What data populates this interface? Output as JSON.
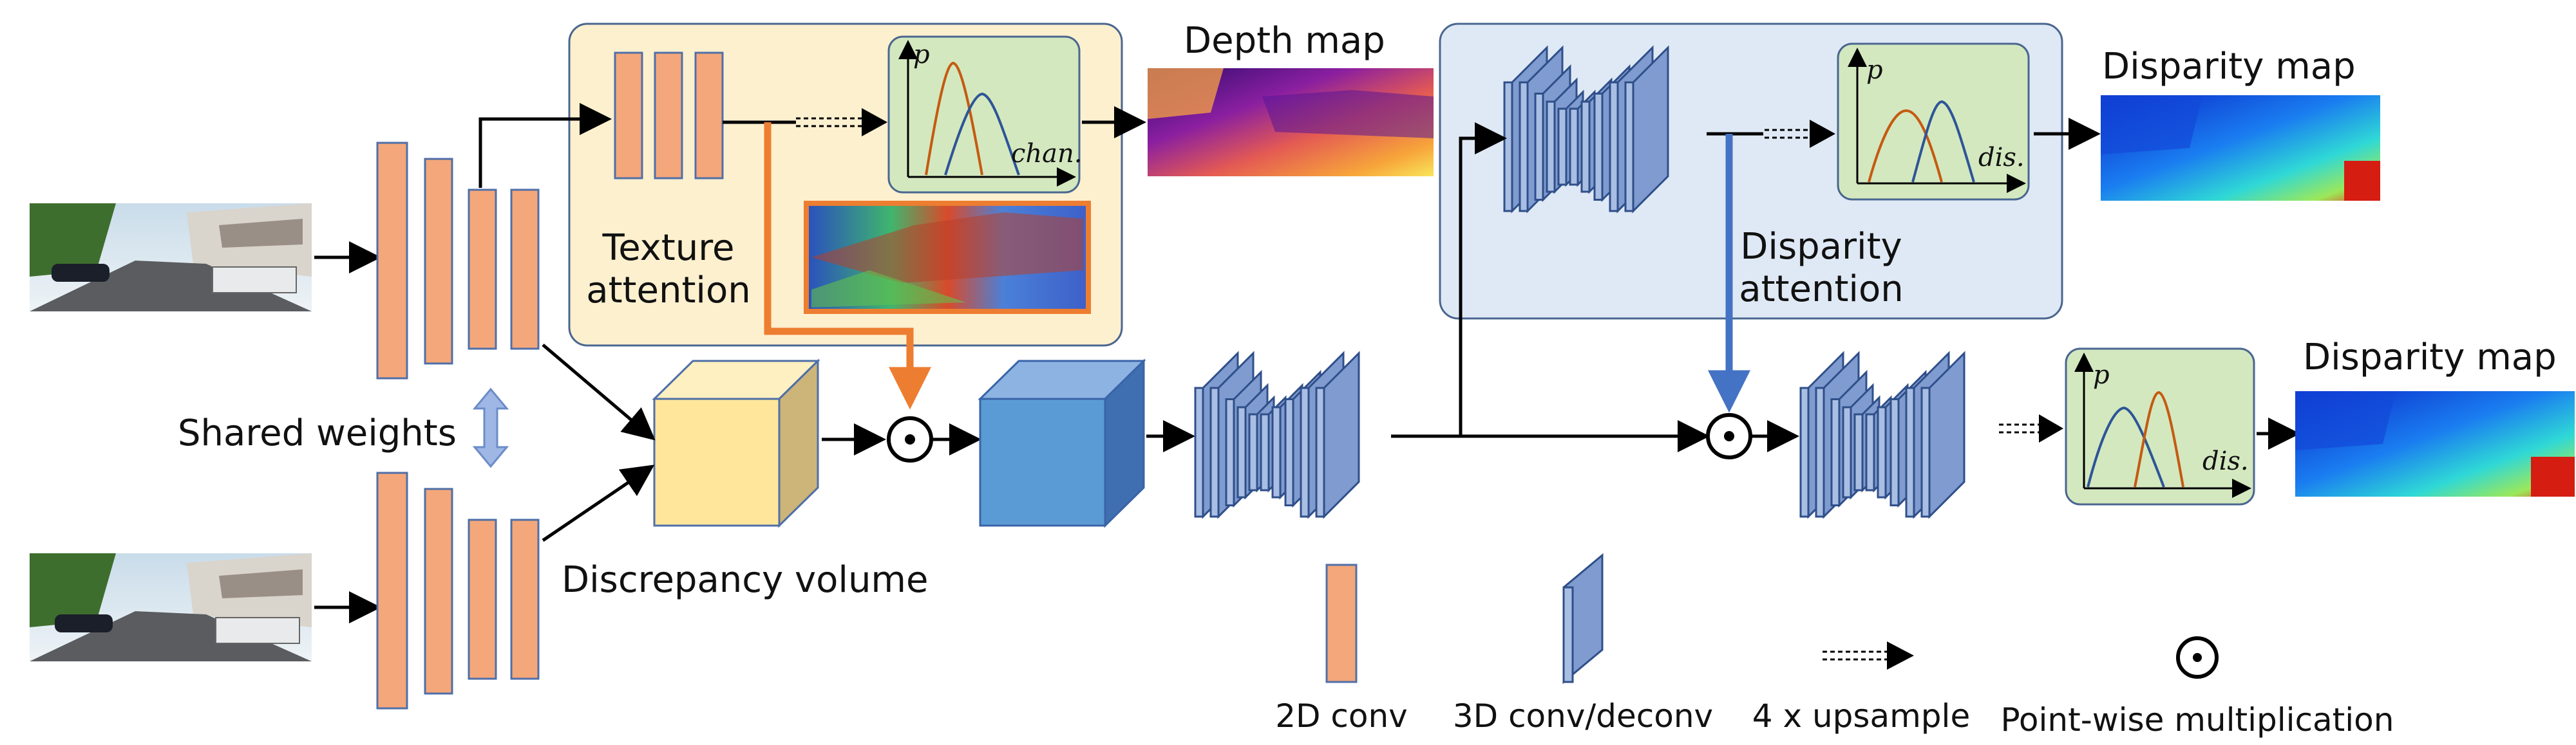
{
  "labels": {
    "depth_map": "Depth map",
    "disparity_map_top": "Disparity map",
    "disparity_map_bottom": "Disparity map",
    "texture_attention_line1": "Texture",
    "texture_attention_line2": "attention",
    "disparity_attention_line1": "Disparity",
    "disparity_attention_line2": "attention",
    "shared_weights": "Shared weights",
    "discrepancy_volume": "Discrepancy volume"
  },
  "plots": {
    "texture": {
      "y_label": "p",
      "x_label": "chan."
    },
    "disparity_top": {
      "y_label": "p",
      "x_label": "dis."
    },
    "disparity_bottom": {
      "y_label": "p",
      "x_label": "dis."
    }
  },
  "legend": {
    "conv2d": "2D conv",
    "conv3d": "3D conv/deconv",
    "upsample": "4 x  upsample",
    "pointwise": "Point-wise multiplication"
  },
  "colors": {
    "conv2d_fill": "#f4a77a",
    "conv2d_stroke": "#4f6fa8",
    "conv3d_fill": "#a9bee3",
    "conv3d_stroke": "#2f4f8a",
    "texture_panel": "#fdf0cf",
    "attention_panel": "#dfe9f5",
    "plot_panel": "#d3e8bf",
    "orange_arrow": "#ed7d31",
    "blue_arrow": "#4472c4",
    "curve_orange": "#c55a11",
    "curve_blue": "#2e5597"
  }
}
